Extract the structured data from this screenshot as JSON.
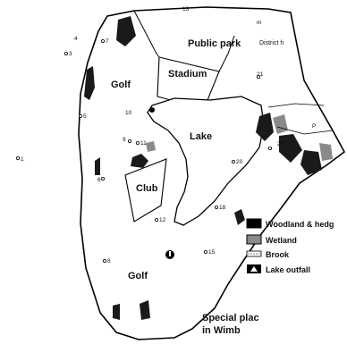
{
  "map": {
    "areas": {
      "public_park": "Public park",
      "stadium": "Stadium",
      "golf_north": "Golf",
      "lake": "Lake",
      "club": "Club",
      "golf_south": "Golf",
      "district": "District h"
    },
    "site_numbers": {
      "s1": "1",
      "s3": "3",
      "s4": "4",
      "s5": "5",
      "s6": "6",
      "s7": "7",
      "s8": "8",
      "s9": "9",
      "s10": "10",
      "s11": "11",
      "s12": "12",
      "s13": "13",
      "s15": "15",
      "s18": "18",
      "s20": "20",
      "s21": "21",
      "s22": "22"
    },
    "letters": {
      "m": "m",
      "p": "P"
    },
    "legend": {
      "woodland": "Woodland & hedg",
      "wetland": "Wetland",
      "brook": "Brook",
      "outfall": "Lake outfall"
    },
    "title": {
      "line1": "Special plac",
      "line2": "in Wimb"
    },
    "colors": {
      "woodland": "#1a1a1a",
      "wetland": "#8a8a8a",
      "outline": "#000000",
      "background": "#ffffff"
    }
  }
}
